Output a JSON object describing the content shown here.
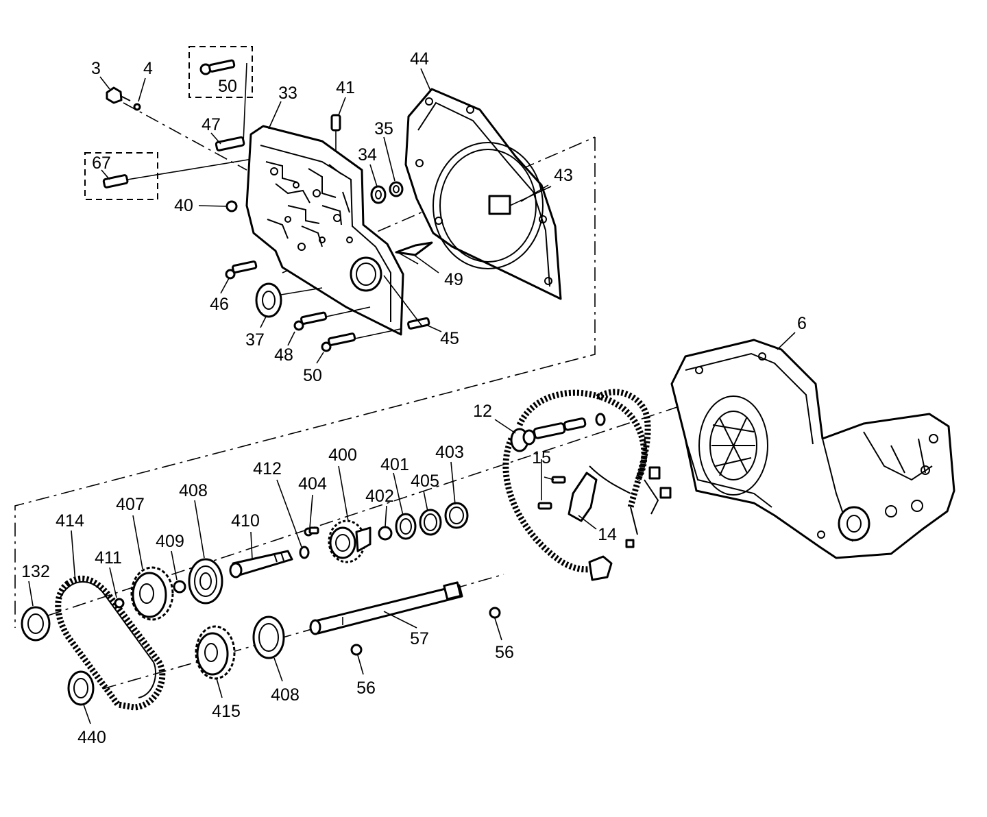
{
  "callouts": {
    "c3": "3",
    "c4": "4",
    "c50a": "50",
    "c33": "33",
    "c41": "41",
    "c44": "44",
    "c47": "47",
    "c35": "35",
    "c34": "34",
    "c67": "67",
    "c43": "43",
    "c40": "40",
    "c49": "49",
    "c46": "46",
    "c37": "37",
    "c45": "45",
    "c48": "48",
    "c50b": "50",
    "c6": "6",
    "c12": "12",
    "c15": "15",
    "c14": "14",
    "c412": "412",
    "c400": "400",
    "c401": "401",
    "c403": "403",
    "c404": "404",
    "c402": "402",
    "c405": "405",
    "c408a": "408",
    "c407": "407",
    "c414": "414",
    "c410": "410",
    "c409": "409",
    "c411": "411",
    "c132": "132",
    "c57": "57",
    "c56a": "56",
    "c56b": "56",
    "c408b": "408",
    "c415": "415",
    "c440": "440"
  }
}
